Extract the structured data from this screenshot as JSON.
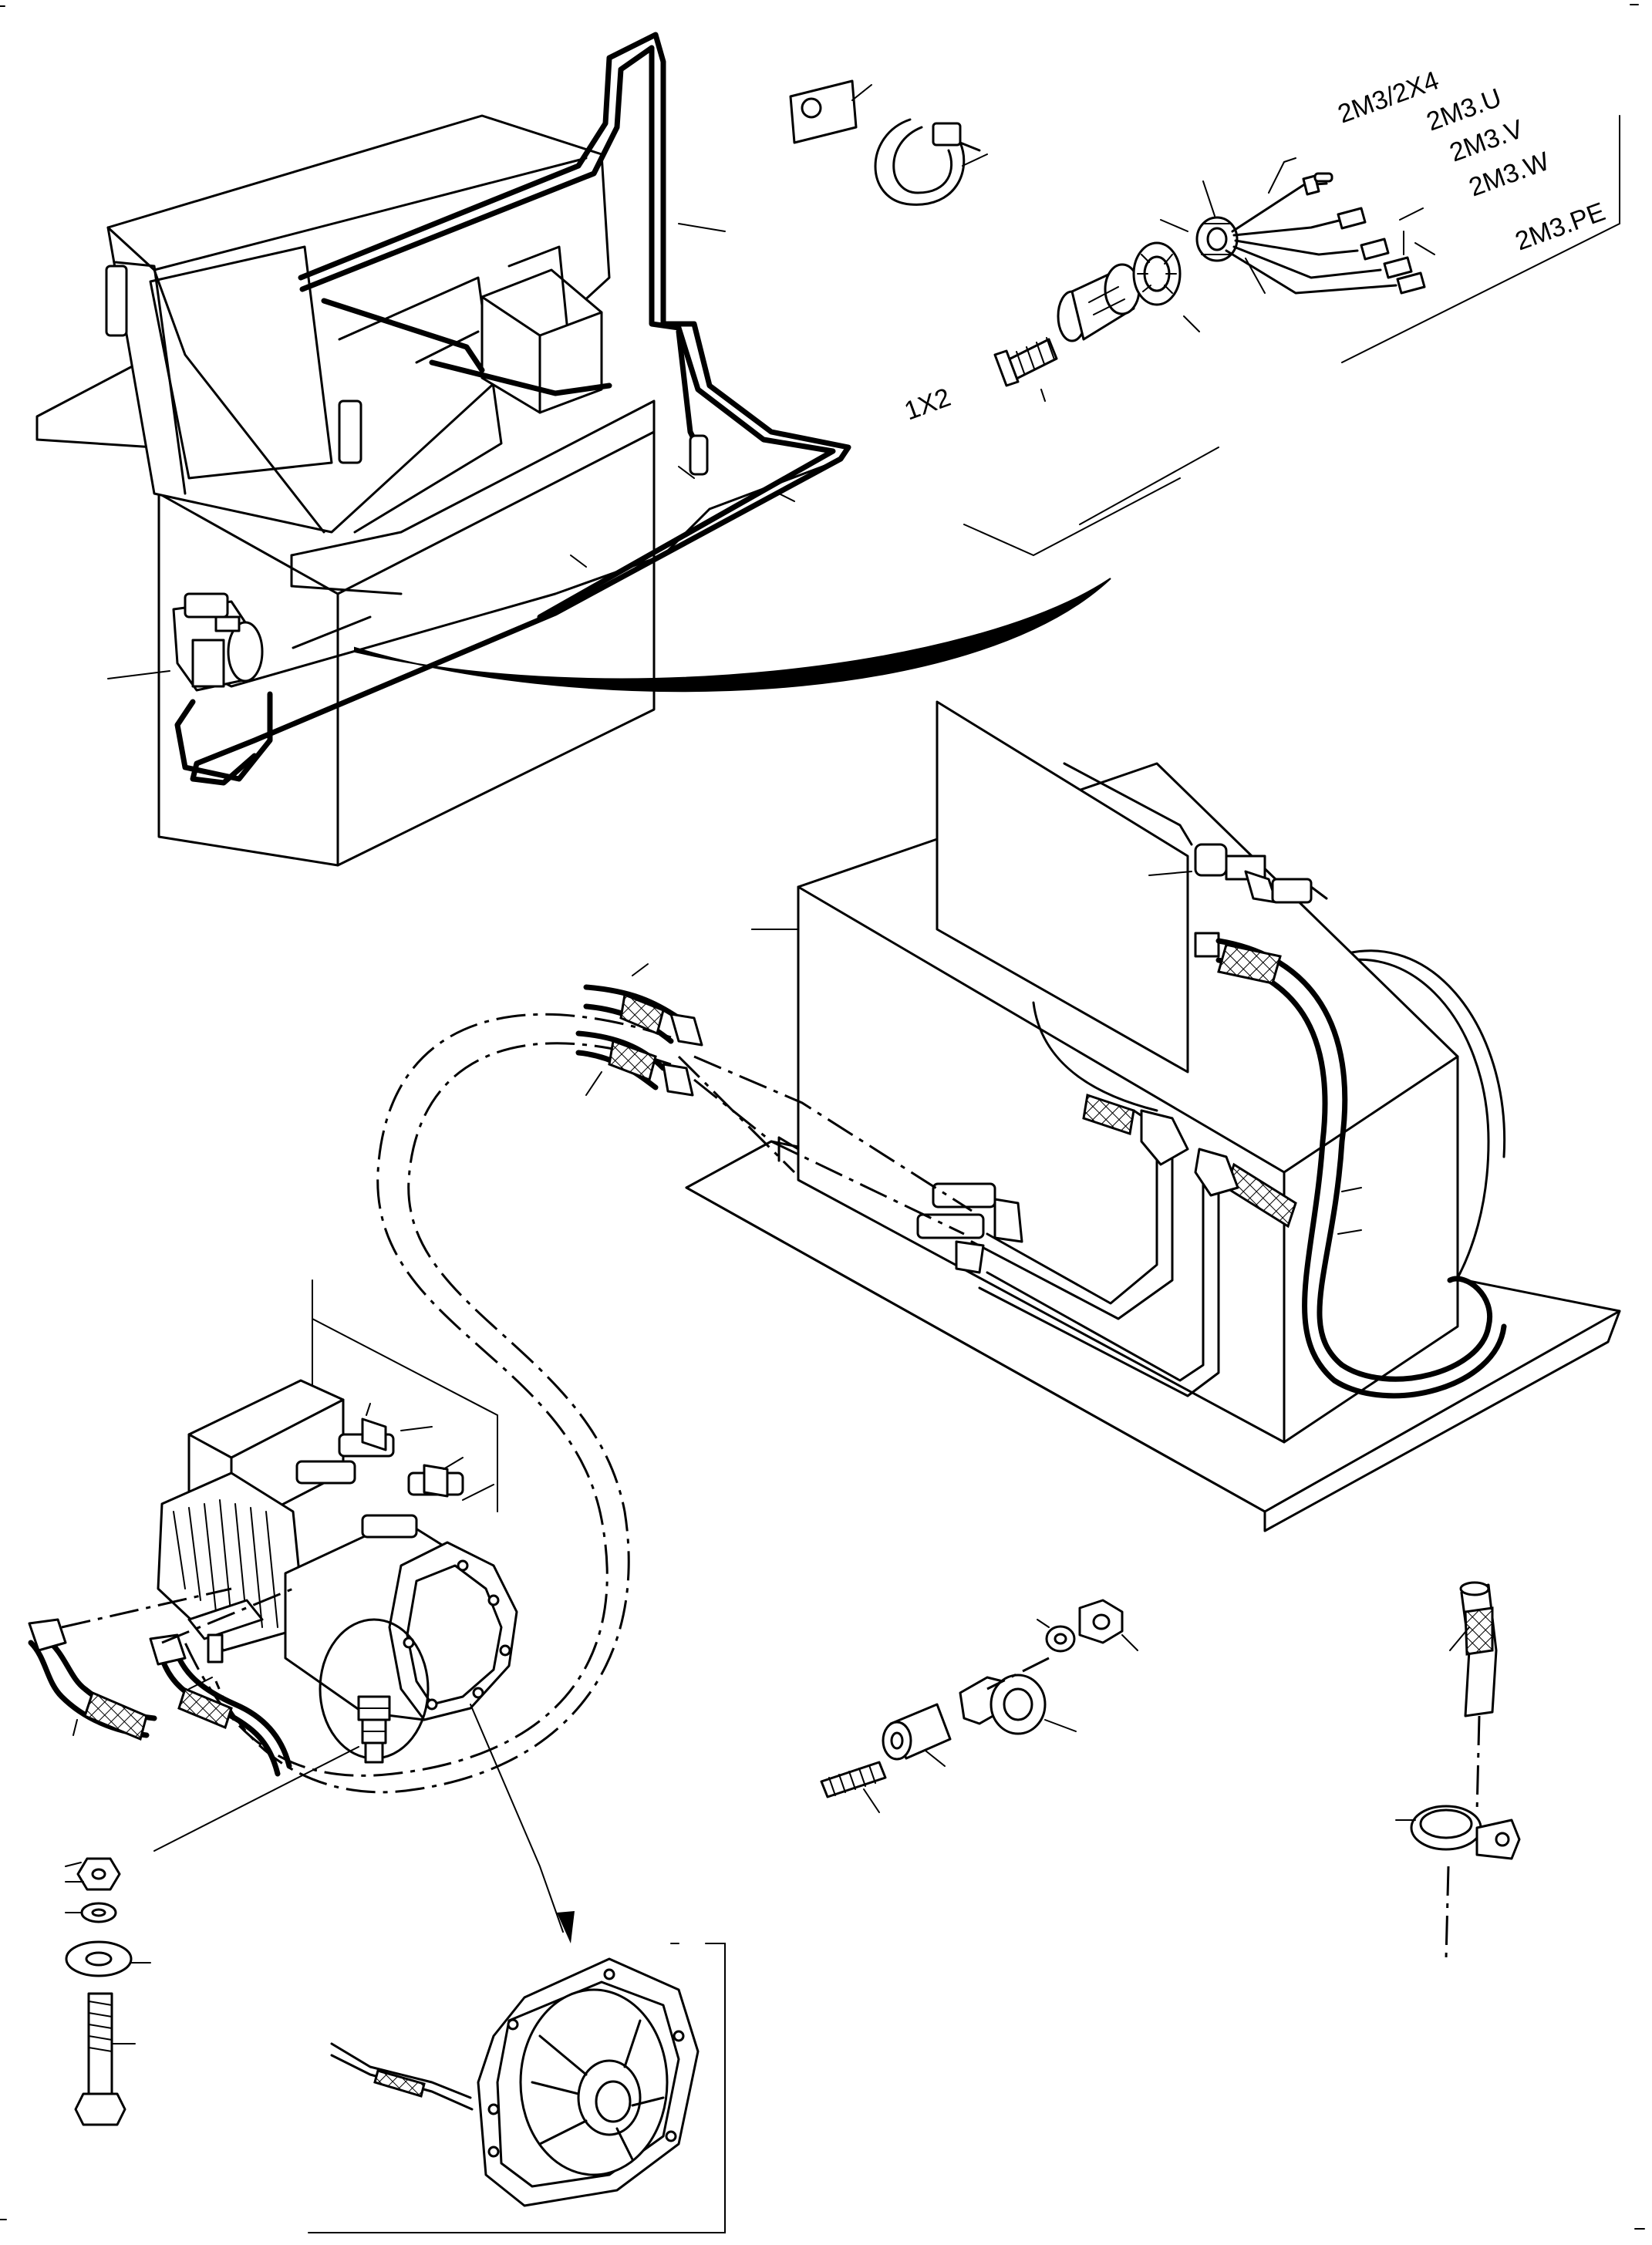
{
  "labels": {
    "wire_u": "2M3.U",
    "wire_v": "2M3.V",
    "wire_w": "2M3.W",
    "wire_pe": "2M3.PE",
    "wire_2x4": "2M3/2X4",
    "connector": "1X2"
  },
  "colors": {
    "ink": "#000000",
    "paper": "#ffffff"
  }
}
